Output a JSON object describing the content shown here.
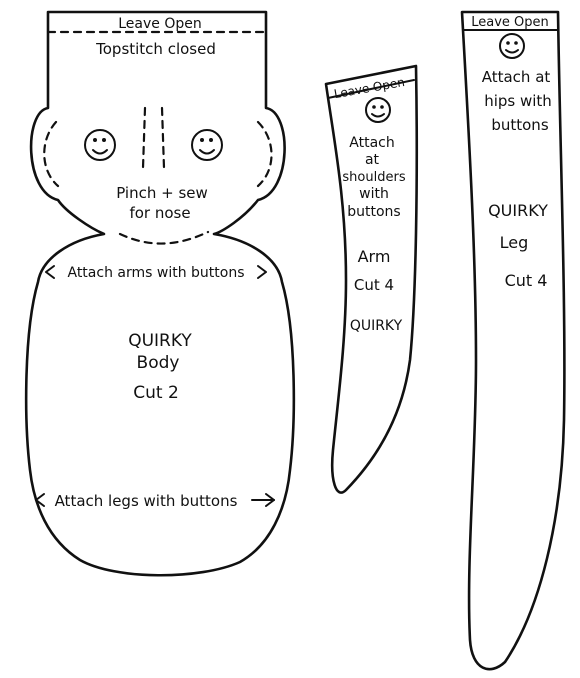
{
  "body_piece": {
    "leave_open": "Leave Open",
    "topstitch": "Topstitch closed",
    "nose_line1": "Pinch + sew",
    "nose_line2": "for nose",
    "attach_arms": "Attach arms with buttons",
    "name": "QUIRKY",
    "piece": "Body",
    "cut": "Cut 2",
    "attach_legs": "Attach legs with buttons"
  },
  "arm_piece": {
    "leave_open": "Leave Open",
    "line1": "Attach",
    "line2": "at",
    "line3": "shoulders",
    "line4": "with",
    "line5": "buttons",
    "piece": "Arm",
    "cut": "Cut 4",
    "name": "QUIRKY"
  },
  "leg_piece": {
    "leave_open": "Leave Open",
    "line1": "Attach at",
    "line2": "hips with",
    "line3": "buttons",
    "name": "QUIRKY",
    "piece": "Leg",
    "cut": "Cut 4"
  },
  "colors": {
    "ink": "#111111",
    "paper": "#ffffff"
  }
}
